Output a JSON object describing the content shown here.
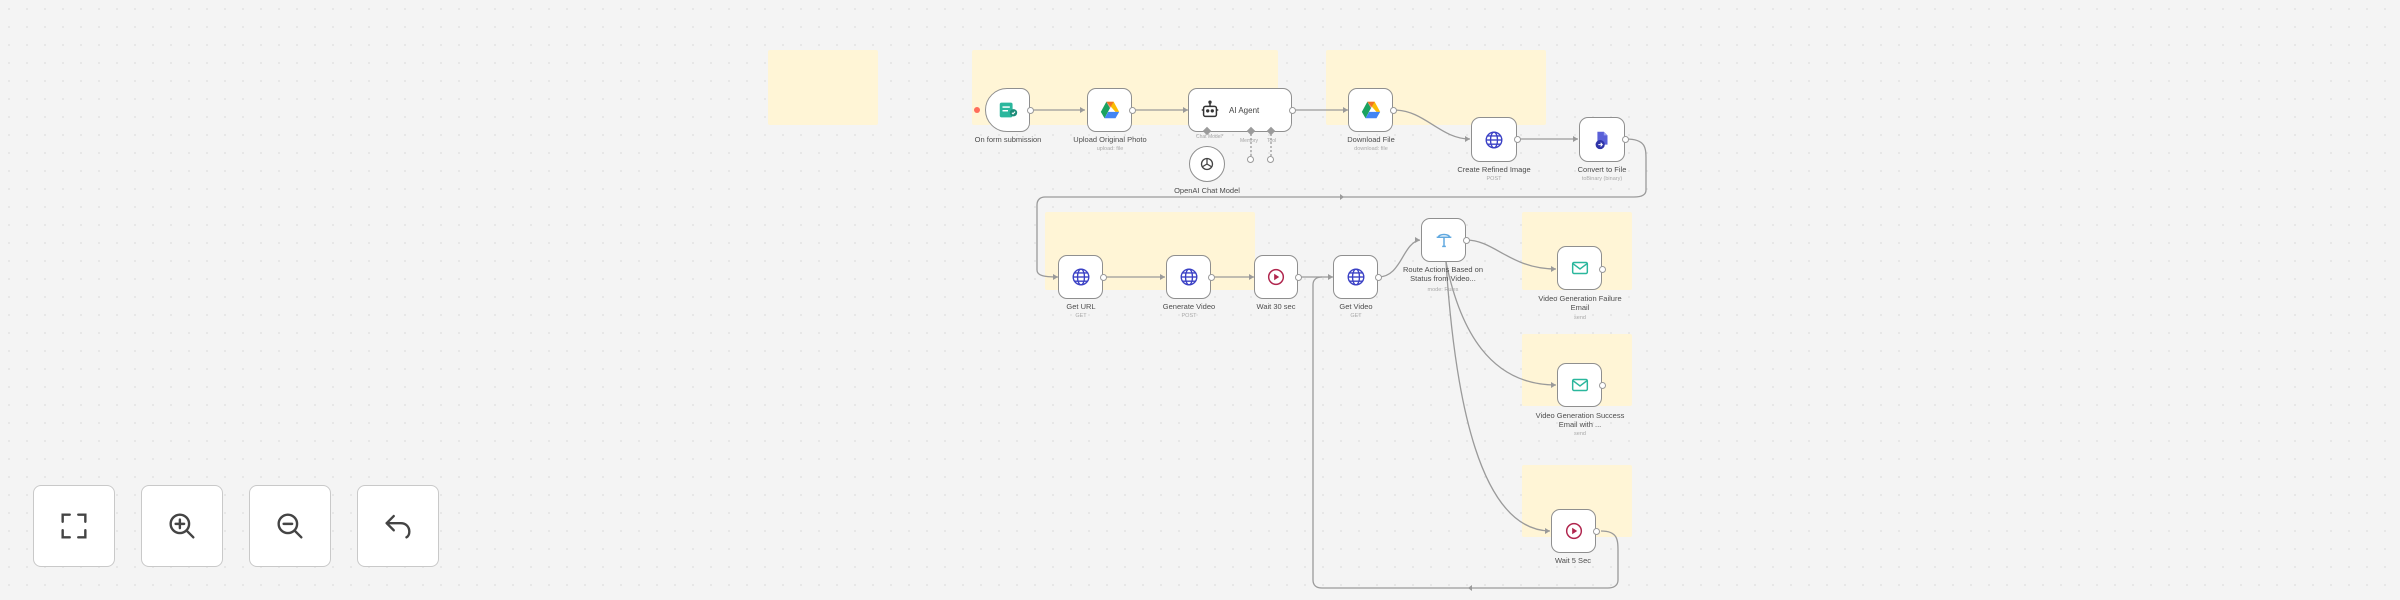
{
  "workflow": {
    "nodes": {
      "form_trigger": {
        "title": "On form submission",
        "icon": "form-trigger-icon"
      },
      "upload_photo": {
        "title": "Upload Original Photo",
        "subtitle": "upload: file",
        "icon": "google-drive-icon"
      },
      "ai_agent": {
        "title": "AI Agent",
        "icon": "robot-icon",
        "port_labels": [
          "Chat Model*",
          "Memory",
          "Tool"
        ]
      },
      "openai_model": {
        "title": "OpenAI Chat Model",
        "icon": "openai-icon"
      },
      "download_file": {
        "title": "Download File",
        "subtitle": "download: file",
        "icon": "google-drive-icon"
      },
      "create_refined_image": {
        "title": "Create Refined Image",
        "subtitle": "POST",
        "icon": "globe-icon"
      },
      "convert_to_file": {
        "title": "Convert to File",
        "subtitle": "toBinary (binary)",
        "icon": "convert-file-icon"
      },
      "get_url": {
        "title": "Get URL",
        "subtitle": "GET",
        "icon": "globe-icon"
      },
      "generate_video": {
        "title": "Generate Video",
        "subtitle": "POST",
        "icon": "globe-icon"
      },
      "wait_30": {
        "title": "Wait 30 sec",
        "icon": "wait-icon"
      },
      "get_video": {
        "title": "Get Video",
        "subtitle": "GET",
        "icon": "globe-icon"
      },
      "route_actions": {
        "title": "Route Actions Based on Status from Video...",
        "subtitle": "mode: Rules",
        "icon": "switch-icon"
      },
      "failure_email": {
        "title": "Video Generation Failure Email",
        "subtitle": "send",
        "icon": "email-icon"
      },
      "success_email": {
        "title": "Video Generation Success Email with ...",
        "subtitle": "send",
        "icon": "email-icon"
      },
      "wait_5": {
        "title": "Wait 5 Sec",
        "icon": "wait-icon"
      }
    }
  },
  "controls": {
    "fit_view": "fit-view-icon",
    "zoom_in": "zoom-in-icon",
    "zoom_out": "zoom-out-icon",
    "reset": "undo-icon"
  },
  "colors": {
    "sticky": "#fff5d6",
    "trigger_accent": "#ff6d5a",
    "http_icon": "#3b41c5",
    "email_icon": "#2bb79d"
  }
}
